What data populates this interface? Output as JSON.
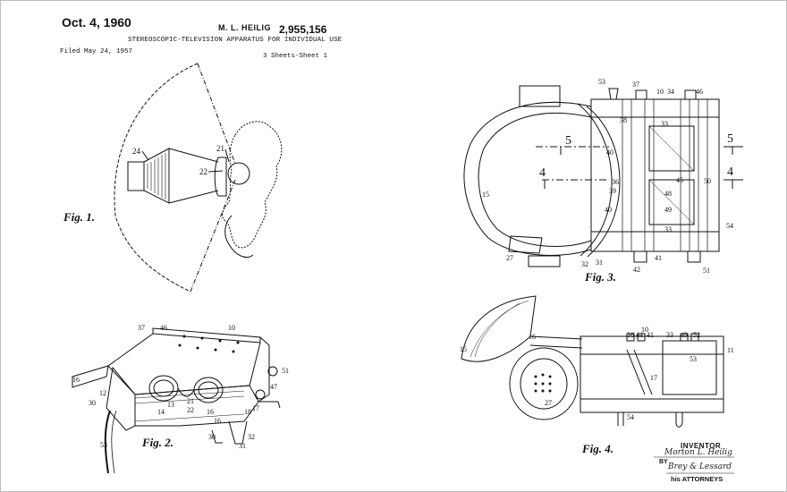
{
  "header": {
    "date": "Oct. 4, 1960",
    "inventor": "M. L. HEILIG",
    "patent_number": "2,955,156",
    "title": "STEREOSCOPIC-TELEVISION APPARATUS FOR INDIVIDUAL USE",
    "filed": "Filed May 24, 1957",
    "sheets": "3 Sheets-Sheet 1"
  },
  "figures": {
    "fig1": {
      "caption": "Fig. 1.",
      "labels": [
        "24",
        "21",
        "22"
      ]
    },
    "fig2": {
      "caption": "Fig. 2.",
      "labels": [
        "46",
        "10",
        "37",
        "51",
        "47",
        "16",
        "12",
        "13",
        "21",
        "22",
        "14",
        "16",
        "17",
        "18",
        "30",
        "30",
        "16",
        "31",
        "32",
        "53"
      ]
    },
    "fig3": {
      "caption": "Fig. 3.",
      "labels": [
        "53",
        "37",
        "10",
        "34",
        "46",
        "5",
        "5",
        "4",
        "4",
        "38",
        "33",
        "40",
        "36",
        "39",
        "45",
        "50",
        "15",
        "40",
        "48",
        "49",
        "33",
        "54",
        "27",
        "32",
        "31",
        "42",
        "41",
        "51"
      ],
      "section_marks": [
        "5",
        "4"
      ]
    },
    "fig4": {
      "caption": "Fig. 4.",
      "labels": [
        "16",
        "10",
        "36",
        "44",
        "41",
        "33",
        "49",
        "52",
        "11",
        "15",
        "53",
        "17",
        "27",
        "54"
      ]
    }
  },
  "signature": {
    "inventor_label": "INVENTOR",
    "inventor_signature": "Morton L. Heilig",
    "by": "BY",
    "attorney_signature": "Brey & Lessard",
    "attorneys": "his ATTORNEYS"
  }
}
